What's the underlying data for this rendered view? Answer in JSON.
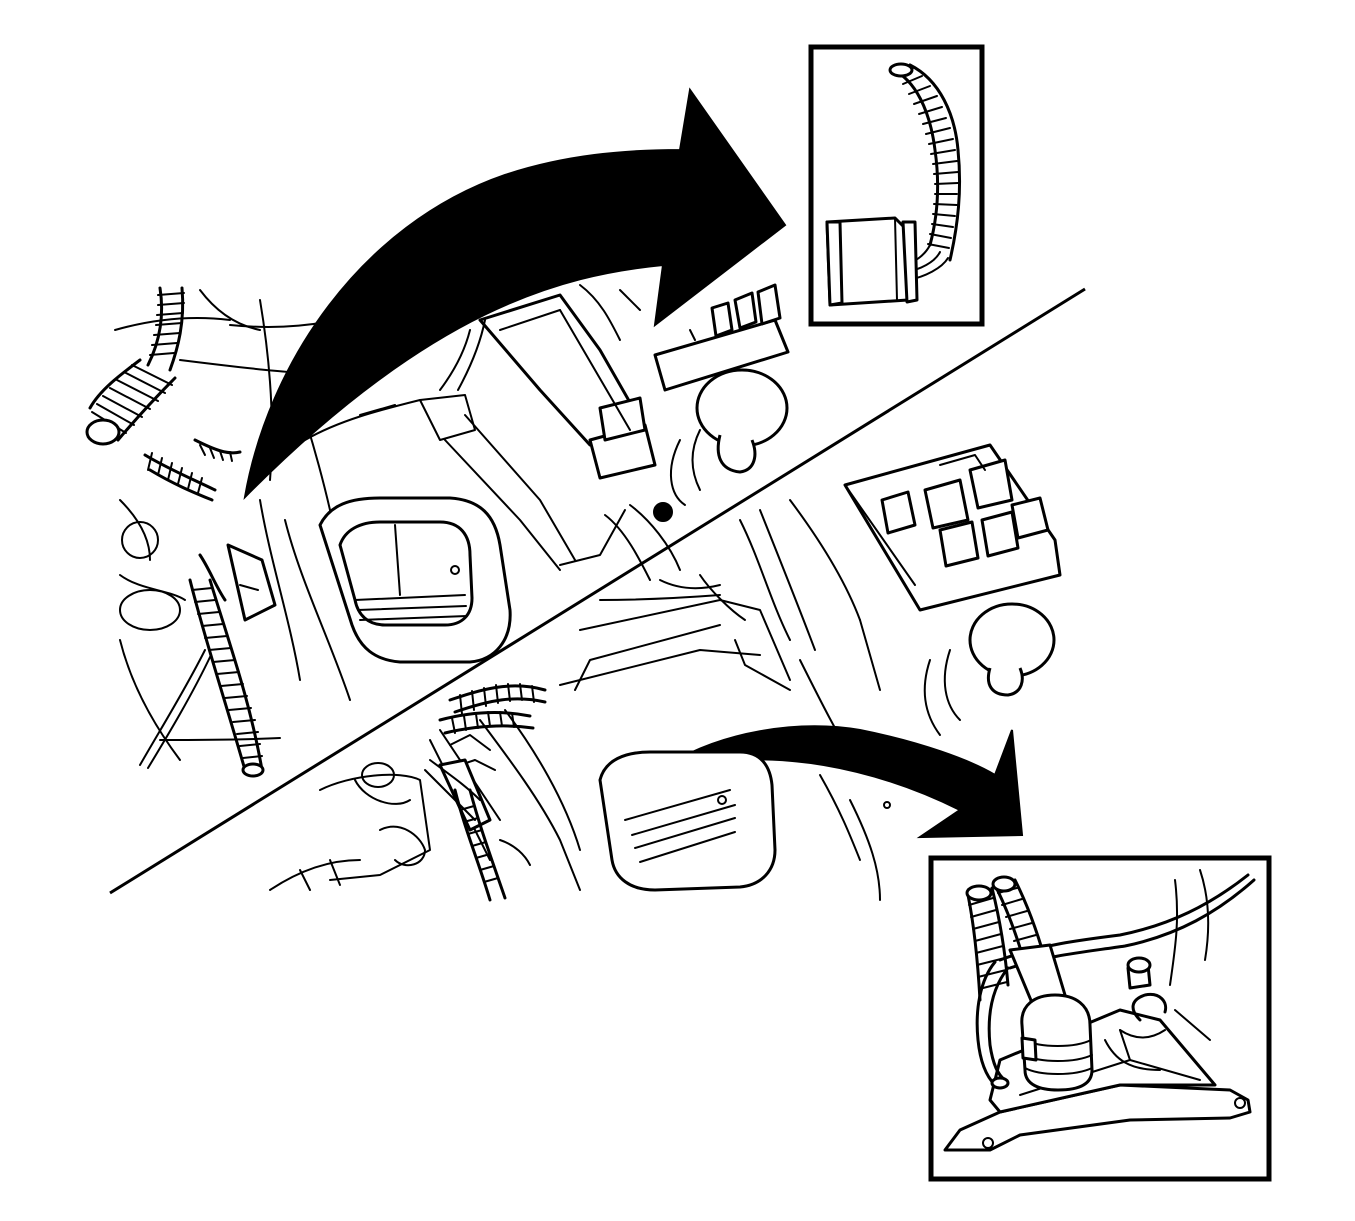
{
  "figure": {
    "kind": "line-drawing",
    "subject": "engine-compartment-harness-connectors",
    "background_color": "#ffffff",
    "ink_color": "#000000",
    "panels": [
      "upper-view",
      "lower-view"
    ],
    "insets": [
      "connector-detail-top",
      "connector-detail-bottom"
    ]
  }
}
